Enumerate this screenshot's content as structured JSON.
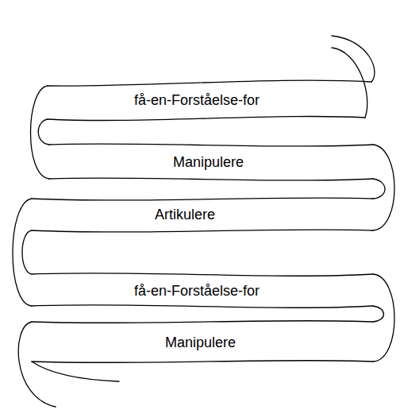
{
  "diagram": {
    "nodes": [
      {
        "text": [
          "få-en-Forståelse-for"
        ]
      },
      {
        "text": [
          "Manipulere"
        ]
      },
      {
        "text": [
          "Artikulere"
        ]
      },
      {
        "text": [
          "få-en-Forståelse-for"
        ]
      },
      {
        "text": [
          "Manipulere"
        ]
      }
    ]
  }
}
